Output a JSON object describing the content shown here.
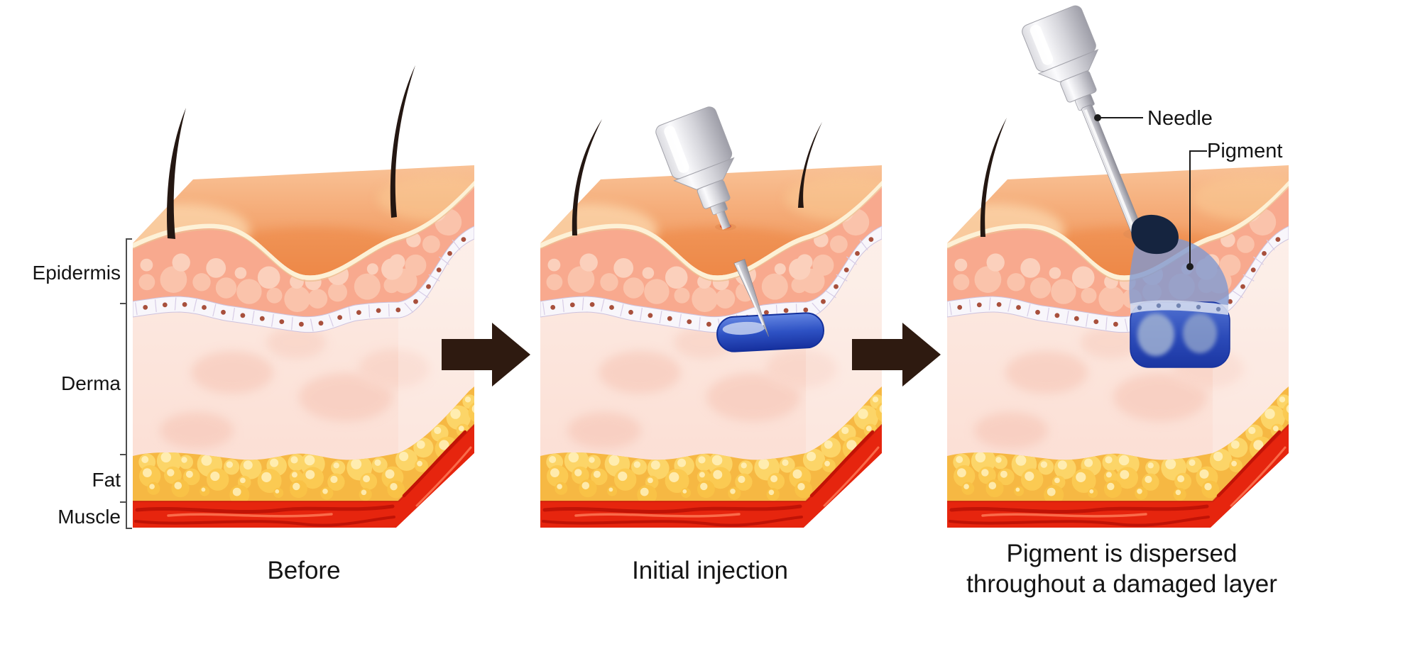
{
  "side_labels": [
    {
      "id": "epidermis",
      "text": "Epidermis"
    },
    {
      "id": "derma",
      "text": "Derma"
    },
    {
      "id": "fat",
      "text": "Fat"
    },
    {
      "id": "muscle",
      "text": "Muscle"
    }
  ],
  "captions": [
    {
      "text": "Before"
    },
    {
      "text": "Initial injection"
    },
    {
      "text": "Pigment is dispersed throughout a damaged layer"
    }
  ],
  "callouts": {
    "needle": "Needle",
    "pigment": "Pigment"
  },
  "colors": {
    "arrow": "#2e1a10",
    "pigment_blue": "#2e52c4",
    "pigment_entry_dark": "#15243f",
    "skin_top": "#f2955a",
    "epidermis": "#f8a98e",
    "derma": "#fbe3d9",
    "fat": "#f7c04a",
    "muscle": "#e6250e",
    "text": "#141414"
  }
}
